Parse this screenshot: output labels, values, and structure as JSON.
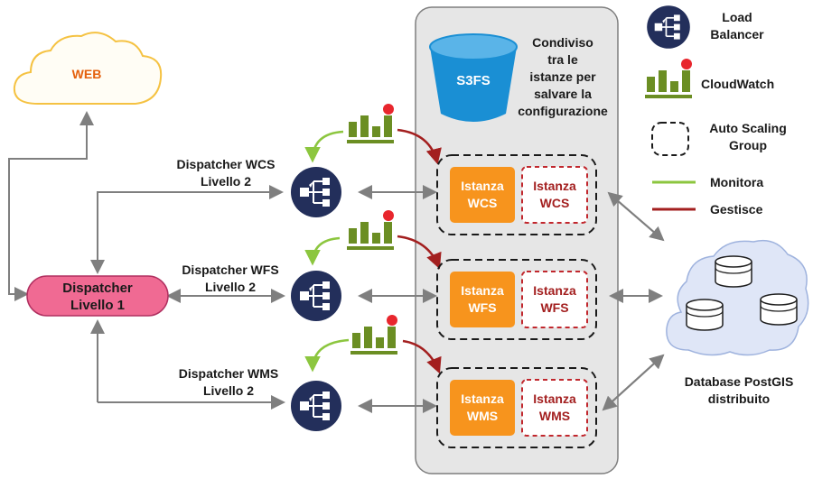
{
  "web": {
    "label": "WEB"
  },
  "dispatcher_l1": {
    "line1": "Dispatcher",
    "line2": "Livello 1"
  },
  "dispatchers": [
    {
      "line1": "Dispatcher WCS",
      "line2": "Livello 2"
    },
    {
      "line1": "Dispatcher WFS",
      "line2": "Livello 2"
    },
    {
      "line1": "Dispatcher WMS",
      "line2": "Livello 2"
    }
  ],
  "s3fs": {
    "label": "S3FS",
    "note": [
      "Condiviso",
      "tra le",
      "istanze per",
      "salvare la",
      "configurazione"
    ]
  },
  "instances": [
    {
      "label_line1": "Istanza",
      "label_line2": "WCS"
    },
    {
      "label_line1": "Istanza",
      "label_line2": "WFS"
    },
    {
      "label_line1": "Istanza",
      "label_line2": "WMS"
    }
  ],
  "database": {
    "line1": "Database PostGIS",
    "line2": "distribuito"
  },
  "legend": {
    "load_balancer": [
      "Load",
      "Balancer"
    ],
    "cloudwatch": "CloudWatch",
    "asg": [
      "Auto Scaling",
      "Group"
    ],
    "monitora": "Monitora",
    "gestisce": "Gestisce"
  },
  "colors": {
    "instance_fill": "#f7941d",
    "instance_text": "#ffffff",
    "instance_dashed": "#c1272d",
    "monitor_line": "#8cc63f",
    "manage_line": "#a31f1f",
    "load_balancer": "#232f5b",
    "cloudwatch": "#6b8e23",
    "cloudwatch_dot": "#e8262d",
    "s3fs": "#1a8fd4",
    "dispatcher_fill": "#f06a93",
    "web_text": "#e4600c",
    "cloud_outline": "#f5c242",
    "db_cloud": "#dfe6f7",
    "panel": "#e6e6e6"
  },
  "icons": {
    "load_balancer": "load-balancer-icon",
    "cloudwatch": "cloudwatch-icon",
    "s3fs": "bucket-icon",
    "database": "database-cylinder-icon",
    "web": "cloud-icon"
  }
}
